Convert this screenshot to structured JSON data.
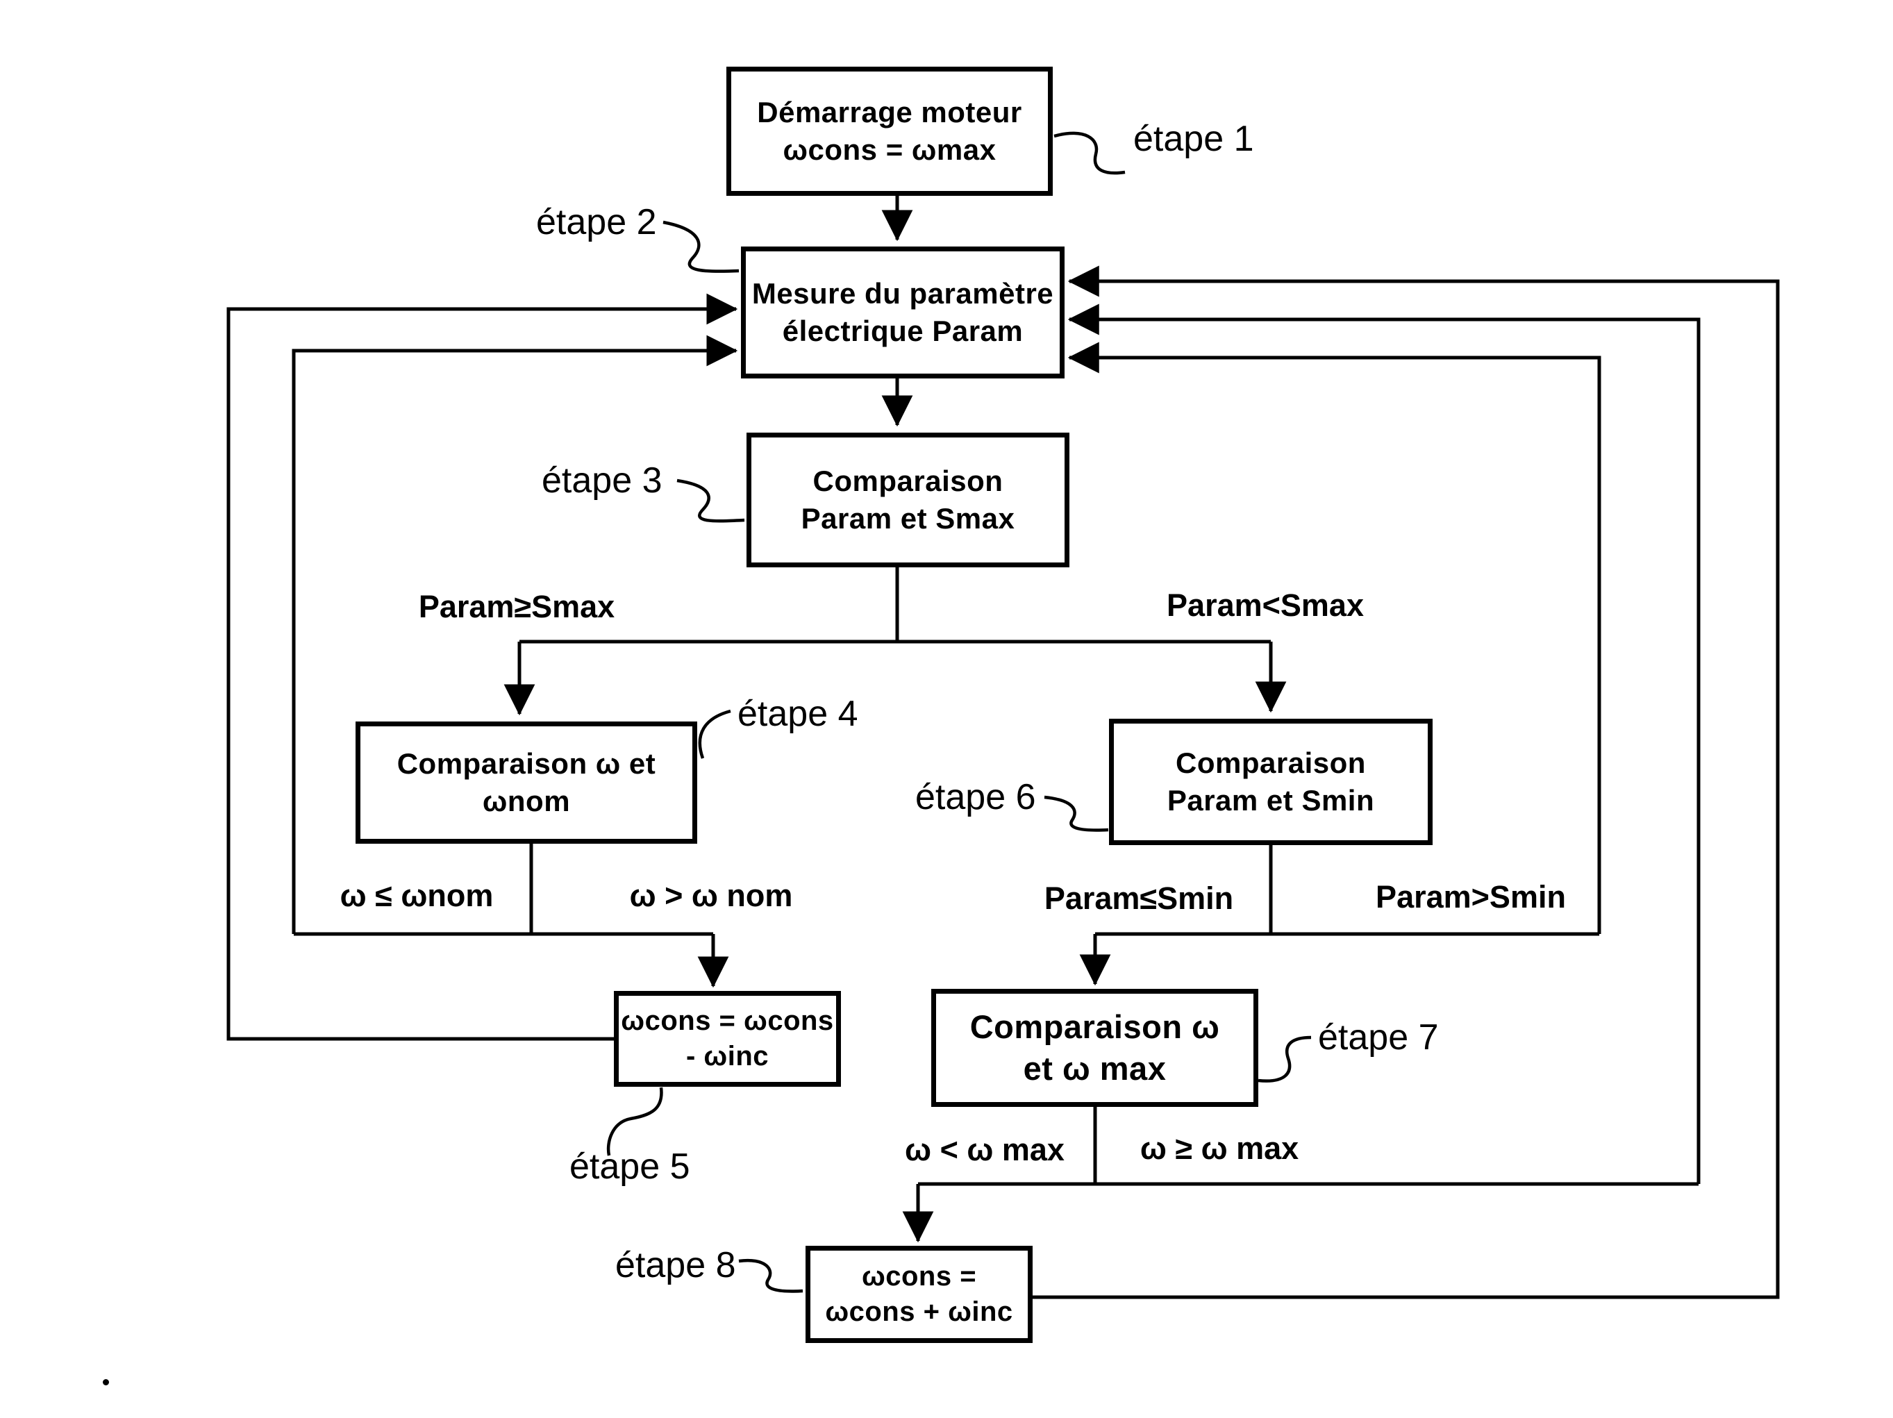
{
  "figure": {
    "kind": "flowchart",
    "language": "fr",
    "colors": {
      "background": "#ffffff",
      "ink": "#000000"
    },
    "nodes": [
      {
        "id": "step1",
        "step_label": "étape 1",
        "line1": "Démarrage moteur",
        "line2": "ωcons = ωmax"
      },
      {
        "id": "step2",
        "step_label": "étape 2",
        "line1": "Mesure du paramètre",
        "line2": "électrique Param"
      },
      {
        "id": "step3",
        "step_label": "étape 3",
        "line1": "Comparaison",
        "line2": "Param et Smax"
      },
      {
        "id": "step4",
        "step_label": "étape 4",
        "line1": "Comparaison ω et",
        "line2": "ωnom"
      },
      {
        "id": "step5",
        "step_label": "étape 5",
        "line1": "ωcons = ωcons",
        "line2": "- ωinc"
      },
      {
        "id": "step6",
        "step_label": "étape 6",
        "line1": "Comparaison",
        "line2": "Param et Smin"
      },
      {
        "id": "step7",
        "step_label": "étape 7",
        "line1": "Comparaison ω",
        "line2": "et ω max"
      },
      {
        "id": "step8",
        "step_label": "étape 8",
        "line1": "ωcons =",
        "line2": "ωcons + ωinc"
      }
    ],
    "edge_labels": [
      {
        "id": "param-ge-smax",
        "text": "Param≥Smax"
      },
      {
        "id": "param-lt-smax",
        "text": "Param<Smax"
      },
      {
        "id": "omega-le-omeganom",
        "text": "ω ≤ ωnom"
      },
      {
        "id": "omega-gt-omeganom",
        "text": "ω > ω nom"
      },
      {
        "id": "param-le-smin",
        "text": "Param≤Smin"
      },
      {
        "id": "param-gt-smin",
        "text": "Param>Smin"
      },
      {
        "id": "omega-lt-omegamax",
        "text": "ω < ω max"
      },
      {
        "id": "omega-ge-omegamax",
        "text": "ω ≥ ω max"
      }
    ]
  }
}
